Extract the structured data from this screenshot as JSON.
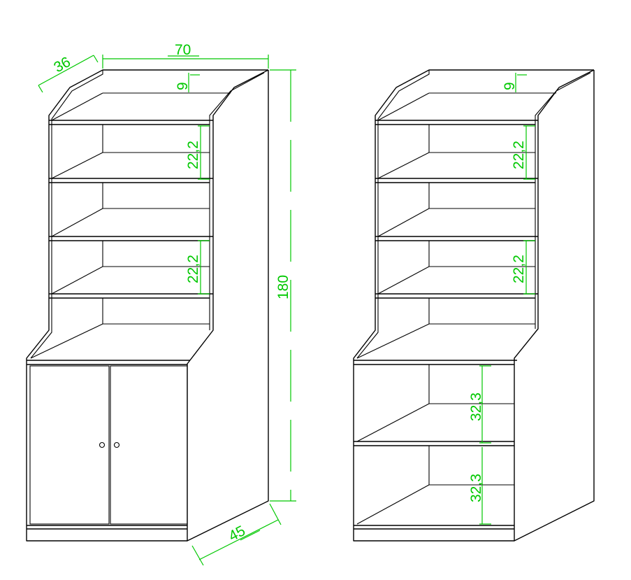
{
  "left_cabinet": {
    "dims": {
      "depth_top": "36",
      "width": "70",
      "top_gap": "9",
      "shelf_1": "22,2",
      "shelf_3": "22,2",
      "height": "180",
      "depth_bottom": "45"
    },
    "lower_section": "two hinged doors with two round knobs"
  },
  "right_cabinet": {
    "dims": {
      "top_gap": "9",
      "shelf_1": "22,2",
      "shelf_3": "22,2",
      "lower_shelf_1": "32,3",
      "lower_shelf_2": "32,3"
    },
    "lower_section": "open shelves"
  },
  "colors": {
    "outline": "#000000",
    "dimension": "#00c800",
    "background": "#ffffff"
  }
}
